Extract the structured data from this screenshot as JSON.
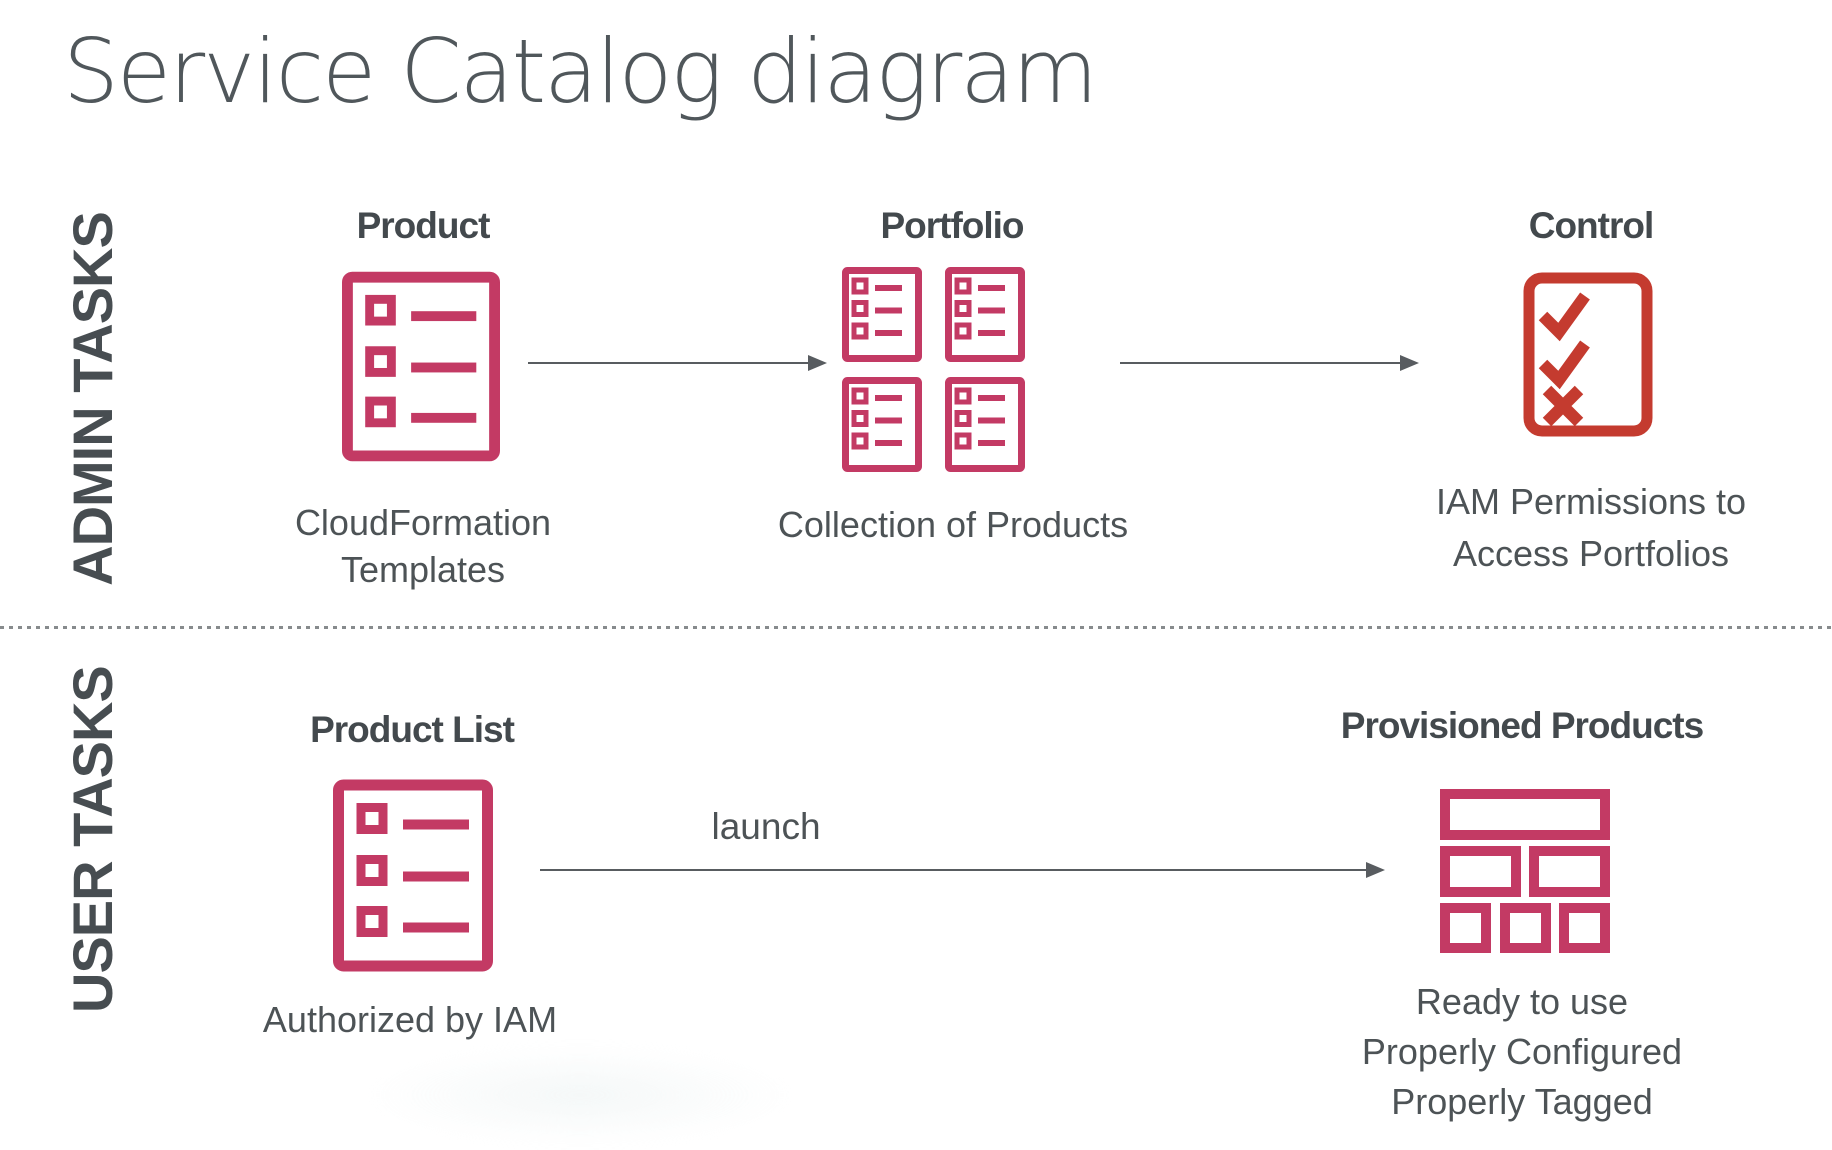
{
  "title": "Service Catalog diagram",
  "colors": {
    "crimson": "#c33a64",
    "red": "#c43b2f",
    "heading_text": "#43494d",
    "body_text": "#4d5356",
    "title_text": "#50575b",
    "side_label_text": "#474d51",
    "arrow": "#585c60",
    "divider": "#878b8d"
  },
  "admin_section": {
    "label": "ADMIN TASKS",
    "product": {
      "heading": "Product",
      "icon": "product-list-icon",
      "caption_lines": [
        "CloudFormation",
        "Templates"
      ]
    },
    "portfolio": {
      "heading": "Portfolio",
      "icon": "portfolio-grid-icon",
      "caption_lines": [
        "Collection of Products"
      ]
    },
    "control": {
      "heading": "Control",
      "icon": "control-checklist-icon",
      "caption_lines": [
        "IAM Permissions to",
        "Access Portfolios"
      ]
    }
  },
  "user_section": {
    "label": "USER TASKS",
    "product_list": {
      "heading": "Product List",
      "icon": "product-list-icon",
      "caption_lines": [
        "Authorized by IAM"
      ]
    },
    "launch_arrow": {
      "label": "launch"
    },
    "provisioned": {
      "heading": "Provisioned Products",
      "icon": "provisioned-bricks-icon",
      "caption_lines": [
        "Ready to use",
        "Properly Configured",
        "Properly Tagged"
      ]
    }
  }
}
